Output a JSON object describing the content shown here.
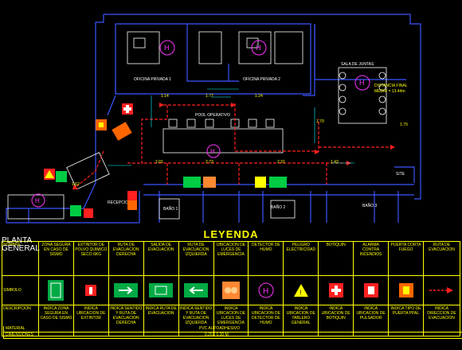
{
  "plan": {
    "title_line1": "PLANTA",
    "title_line2": "GENERAL",
    "rooms": [
      "OFICINA PRIVADA 1",
      "OFICINA PRIVADA 2",
      "SALA DE JUNTAS",
      "POOL OPERATIVO",
      "RECEPCION",
      "BAÑO 1",
      "BAÑO 2",
      "BAÑO 3",
      "SITE"
    ],
    "dims": [
      "1.77",
      "1.14",
      "1.24",
      "DISTANCIA FINAL",
      "MEDIR = 13.44m",
      "2.73",
      "2.31",
      "1.43",
      "2.01",
      "1.62",
      "1.79",
      "1.79"
    ]
  },
  "legend": {
    "title": "LEYENDA",
    "rows": [
      "NOMBRE",
      "SIMBOLO",
      "DESCRIPCION"
    ],
    "items": [
      {
        "name": "ZONA SEGURA EN CASO DE SISMO",
        "desc": "INDICA ZONA SEGURA EN CASO DE SISMO"
      },
      {
        "name": "EXTINTOR DE POLVO QUIMICO SECO 6KG",
        "desc": "INDICA UBICACION DE EXTINTOR"
      },
      {
        "name": "RUTA DE EVACUACION DERECHA",
        "desc": "INDICA SENTIDO Y RUTA DE EVACUACION DERECHA"
      },
      {
        "name": "SALIDA DE EVACUACION",
        "desc": "INDICA RUTA DE EVACUACION"
      },
      {
        "name": "RUTA DE EVACUACION IZQUIERDA",
        "desc": "INDICA SENTIDO Y RUTA DE EVACUACION IZQUIERDA"
      },
      {
        "name": "UBICACION DE LUCES DE EMERGENCIA",
        "desc": "INDICA UBICACION DE LUCES DE EMERGENCIA"
      },
      {
        "name": "DETECTOR DE HUMO",
        "desc": "INDICA UBICACION DE DETECTOR DE HUMO"
      },
      {
        "name": "PELIGRO ELECTRICIDAD",
        "desc": "INDICA UBICACION DE TABLERO GENERAL"
      },
      {
        "name": "BOTIQUIN",
        "desc": "INDICA UBICACION DE BOTIQUIN"
      },
      {
        "name": "ALARMA CONTRA INCENDIOS",
        "desc": "INDICA UBICACION DE PULSADOR"
      },
      {
        "name": "PUERTA CORTA FUEGO",
        "desc": "INDICA TIPO DE PUERTA PPAL"
      },
      {
        "name": "RUTA DE EVACUACION",
        "desc": "INDICA DIRECCION DE EVACUACION"
      }
    ],
    "material_label": "MATERIAL",
    "material_value": "PVC AUTOADHESIVO",
    "dimensions_label": "DIMENSIONES",
    "dimensions_value": "0.20X 0.30 M"
  },
  "colors": {
    "walls": "#3a55ff",
    "routes": "#ff2020",
    "legend_lines": "#ffff00",
    "detectors": "#ff33ff",
    "background": "#000000"
  }
}
